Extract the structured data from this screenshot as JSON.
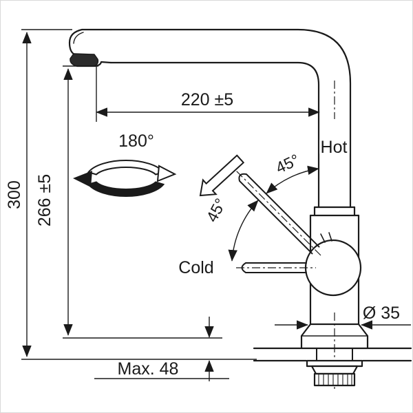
{
  "diagram": {
    "labels": {
      "dim_width": "220 ±5",
      "dim_total_height": "300",
      "dim_spout_height": "266 ±5",
      "swivel_angle": "180°",
      "hot": "Hot",
      "cold": "Cold",
      "angle_upper": "45°",
      "angle_lower": "45°",
      "diameter": "Ø 35",
      "max_counter_thickness": "Max. 48"
    },
    "colors": {
      "line": "#1a1a1a",
      "background": "#ffffff"
    }
  }
}
